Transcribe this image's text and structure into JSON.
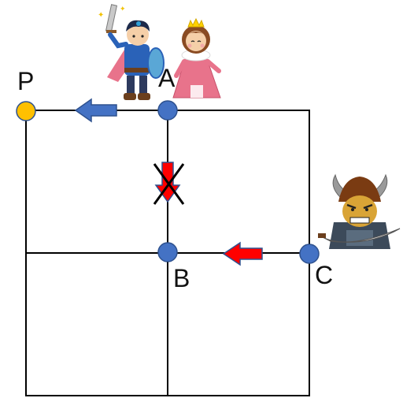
{
  "labels": {
    "p": "P",
    "a": "A",
    "b": "B",
    "c": "C"
  },
  "colors": {
    "node_blue": "#4472c4",
    "node_p": "#ffc000",
    "arrow_blue": "#4472c4",
    "arrow_red": "#ff0000",
    "grid": "#000000"
  },
  "icons": [
    "hero-icon",
    "princess-icon",
    "monster-icon"
  ]
}
